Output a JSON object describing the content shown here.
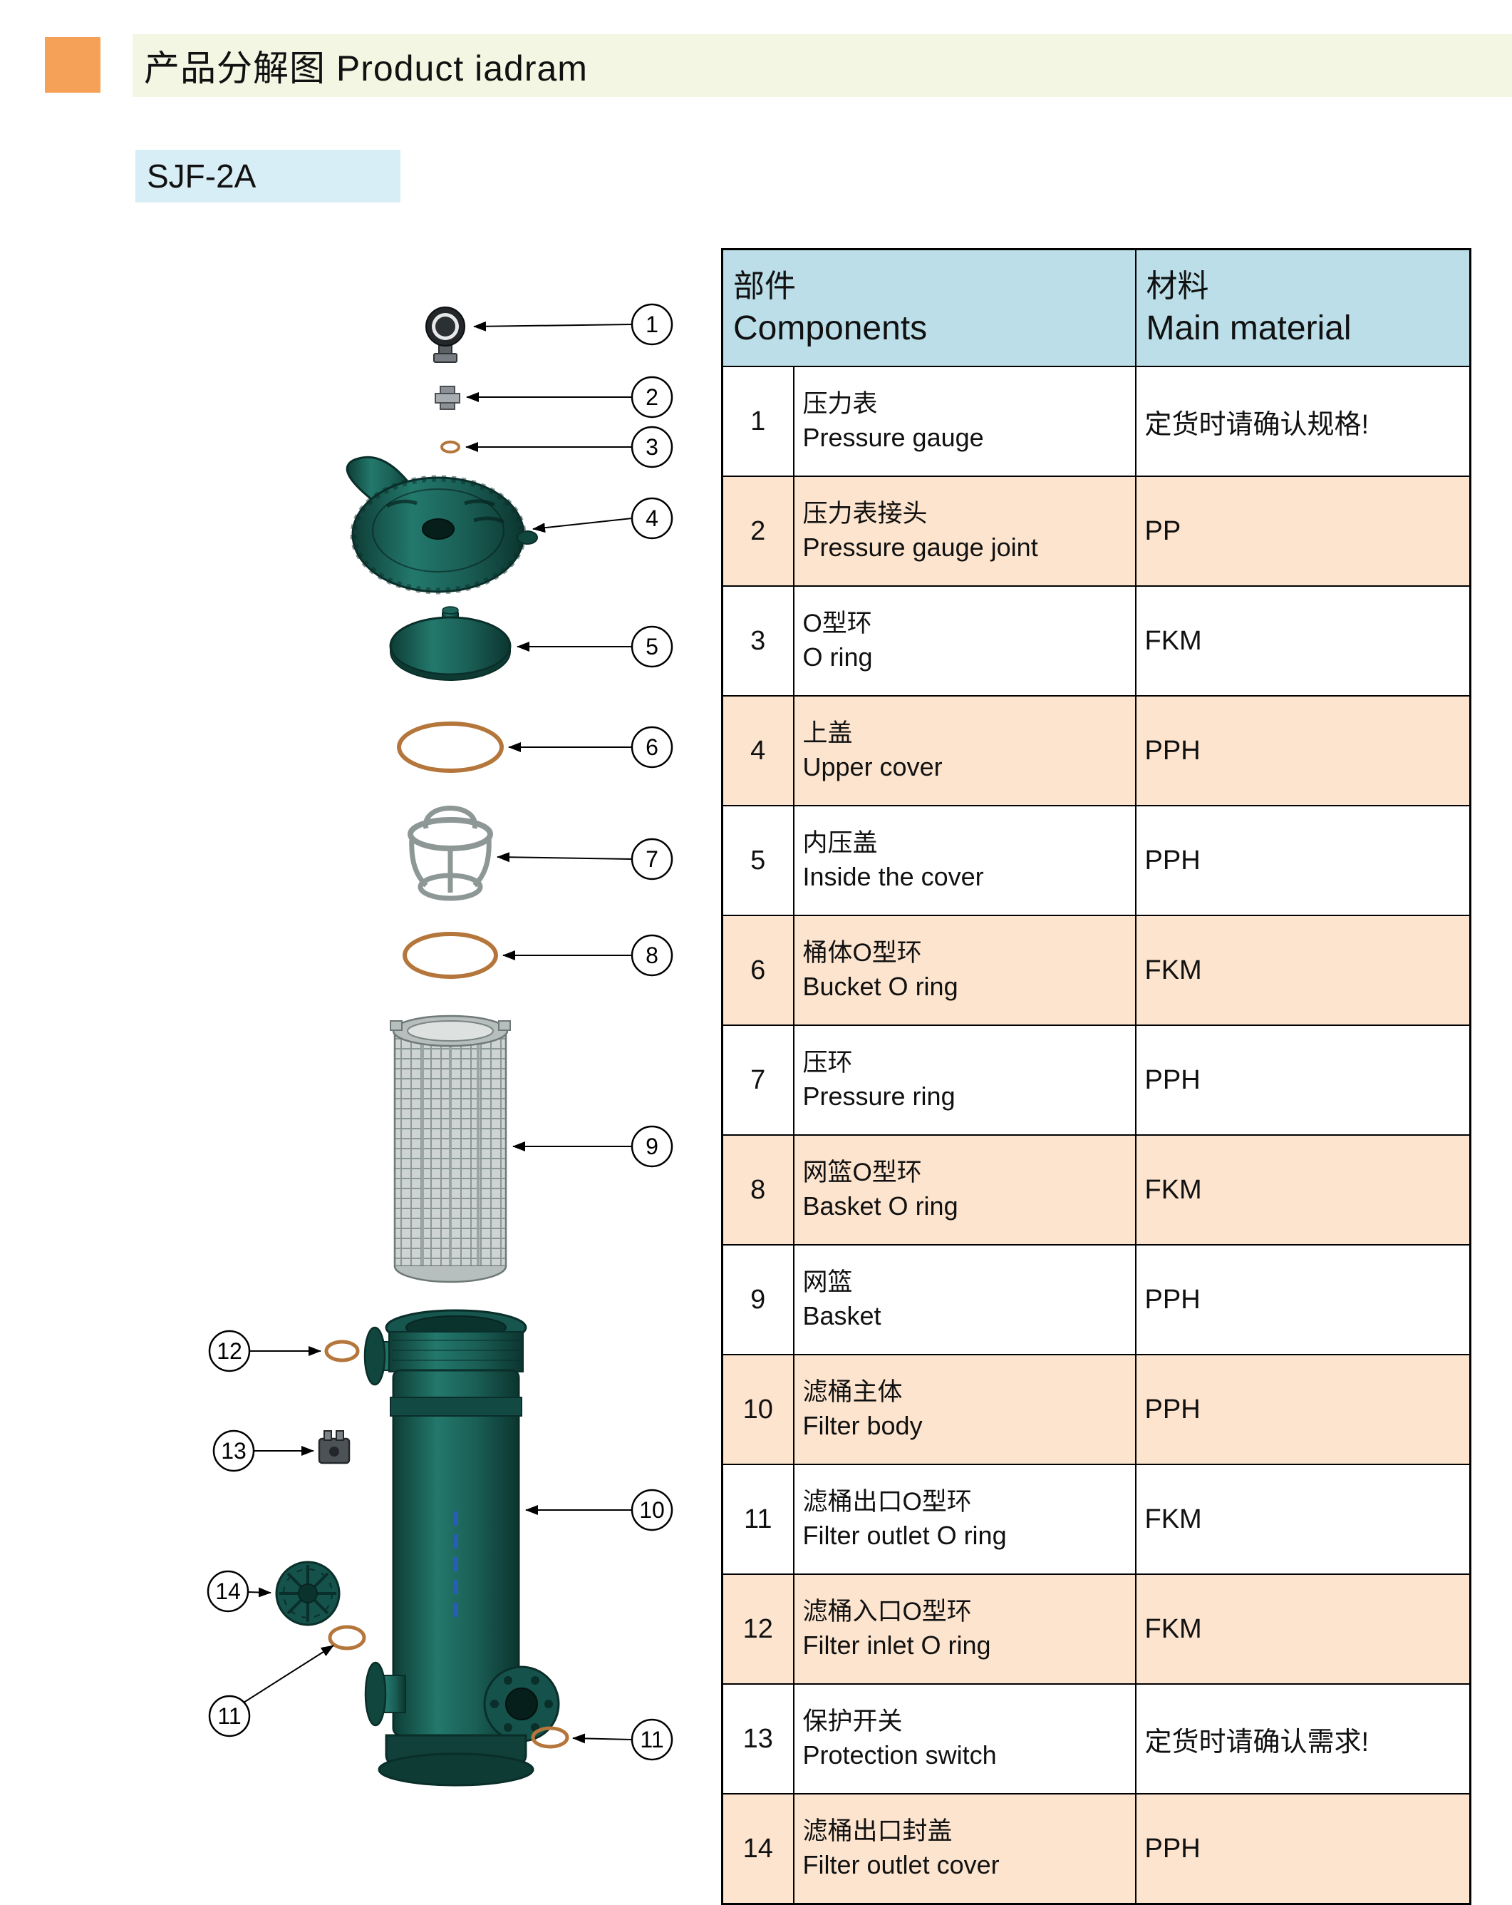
{
  "page": {
    "title": "产品分解图 Product iadram",
    "model": "SJF-2A"
  },
  "table": {
    "header": {
      "components_zh": "部件",
      "components_en": "Components",
      "material_zh": "材料",
      "material_en": "Main material"
    },
    "rows": [
      {
        "no": "1",
        "name_zh": "压力表",
        "name_en": "Pressure gauge",
        "material": "定货时请确认规格!"
      },
      {
        "no": "2",
        "name_zh": "压力表接头",
        "name_en": "Pressure gauge joint",
        "material": "PP"
      },
      {
        "no": "3",
        "name_zh": "O型环",
        "name_en": "O ring",
        "material": "FKM"
      },
      {
        "no": "4",
        "name_zh": "上盖",
        "name_en": "Upper cover",
        "material": "PPH"
      },
      {
        "no": "5",
        "name_zh": "内压盖",
        "name_en": "Inside the cover",
        "material": "PPH"
      },
      {
        "no": "6",
        "name_zh": "桶体O型环",
        "name_en": "Bucket O ring",
        "material": "FKM"
      },
      {
        "no": "7",
        "name_zh": "压环",
        "name_en": "Pressure ring",
        "material": "PPH"
      },
      {
        "no": "8",
        "name_zh": "网篮O型环",
        "name_en": "Basket O ring",
        "material": "FKM"
      },
      {
        "no": "9",
        "name_zh": "网篮",
        "name_en": "Basket",
        "material": "PPH"
      },
      {
        "no": "10",
        "name_zh": "滤桶主体",
        "name_en": "Filter body",
        "material": "PPH"
      },
      {
        "no": "11",
        "name_zh": "滤桶出口O型环",
        "name_en": "Filter outlet O ring",
        "material": "FKM"
      },
      {
        "no": "12",
        "name_zh": "滤桶入口O型环",
        "name_en": "Filter inlet O ring",
        "material": "FKM"
      },
      {
        "no": "13",
        "name_zh": "保护开关",
        "name_en": "Protection switch",
        "material": "定货时请确认需求!"
      },
      {
        "no": "14",
        "name_zh": "滤桶出口封盖",
        "name_en": "Filter outlet cover",
        "material": "PPH"
      }
    ]
  },
  "diagram": {
    "callouts": [
      "1",
      "2",
      "3",
      "4",
      "5",
      "6",
      "7",
      "8",
      "9",
      "10",
      "12",
      "13",
      "14",
      "11",
      "11"
    ]
  },
  "colors": {
    "accent_orange": "#F5A157",
    "title_band": "#F3F6E2",
    "model_band": "#D8EEF6",
    "table_header_blue": "#BBDEE9",
    "row_alt_peach": "#FCE4CE",
    "part_teal": "#17564F",
    "o_ring_copper": "#B5763B"
  }
}
